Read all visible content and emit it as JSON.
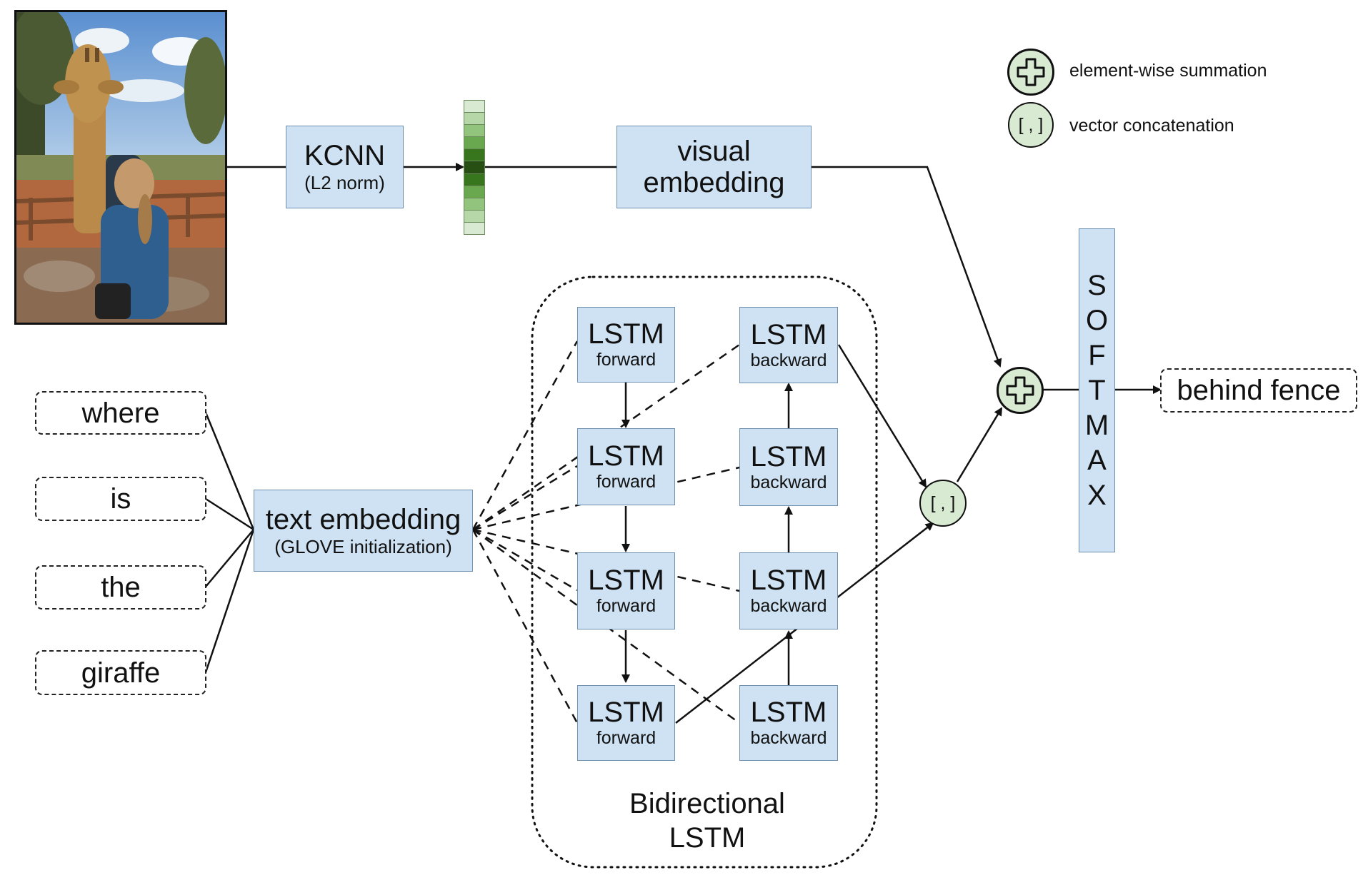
{
  "kcnn": {
    "title": "KCNN",
    "subtitle": "(L2 norm)"
  },
  "visual_embedding": {
    "line1": "visual",
    "line2": "embedding"
  },
  "text_embedding": {
    "title": "text embedding",
    "subtitle": "(GLOVE initialization)"
  },
  "words": [
    "where",
    "is",
    "the",
    "giraffe"
  ],
  "lstm": {
    "label": "LSTM",
    "forward": "forward",
    "backward": "backward"
  },
  "bidirectional": {
    "line1": "Bidirectional",
    "line2": "LSTM"
  },
  "softmax_letters": [
    "S",
    "O",
    "F",
    "T",
    "M",
    "A",
    "X"
  ],
  "answer": "behind fence",
  "concat_symbol": "[ , ]",
  "legend": {
    "summation": "element-wise summation",
    "concatenation": "vector concatenation"
  },
  "feature_vector_shades": [
    "#d9ead3",
    "#b6d7a8",
    "#93c47d",
    "#6aa84f",
    "#38761d",
    "#274e13",
    "#38761d",
    "#6aa84f",
    "#93c47d",
    "#b6d7a8",
    "#d9ead3"
  ],
  "colors": {
    "box_fill": "#cfe2f3",
    "circle_fill": "#d9ead3",
    "line": "#111111"
  }
}
